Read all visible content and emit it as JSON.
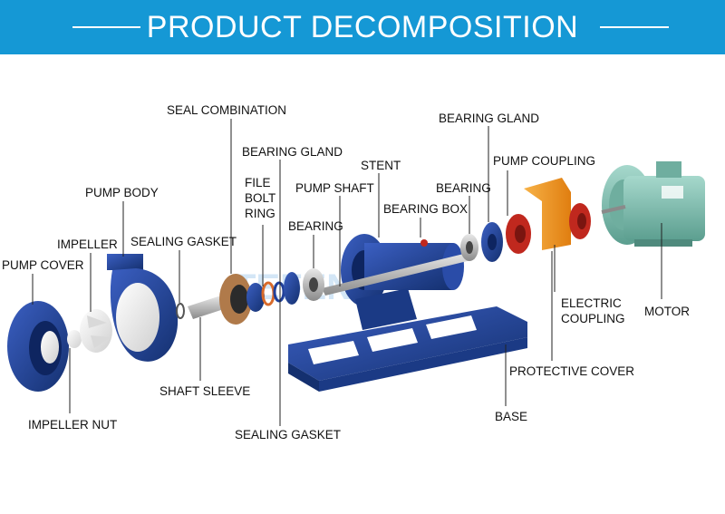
{
  "header": {
    "title": "PRODUCT DECOMPOSITION"
  },
  "watermark": "TEFENG",
  "colors": {
    "banner": "#1598d5",
    "pump_blue": "#1f3f9a",
    "ptfe_white": "#f2f2f2",
    "coupling_red": "#c0281e",
    "cover_orange": "#f39a22",
    "motor_teal": "#7fc2b3"
  },
  "labels": {
    "pump_cover": "PUMP COVER",
    "impeller": "IMPELLER",
    "pump_body": "PUMP BODY",
    "impeller_nut": "IMPELLER NUT",
    "sealing_gasket_top": "SEALING GASKET",
    "shaft_sleeve": "SHAFT SLEEVE",
    "seal_combination": "SEAL COMBINATION",
    "bearing_gland_1": "BEARING GLAND",
    "file_bolt_ring": [
      "FILE",
      "BOLT",
      "RING"
    ],
    "sealing_gasket_bottom": "SEALING GASKET",
    "bearing_1": "BEARING",
    "pump_shaft": "PUMP SHAFT",
    "stent": "STENT",
    "bearing_box": "BEARING BOX",
    "bearing_2": "BEARING",
    "bearing_gland_2": "BEARING GLAND",
    "pump_coupling": "PUMP COUPLING",
    "electric_coupling": [
      "ELECTRIC",
      "COUPLING"
    ],
    "protective_cover": "PROTECTIVE COVER",
    "base": "BASE",
    "motor": "MOTOR"
  }
}
